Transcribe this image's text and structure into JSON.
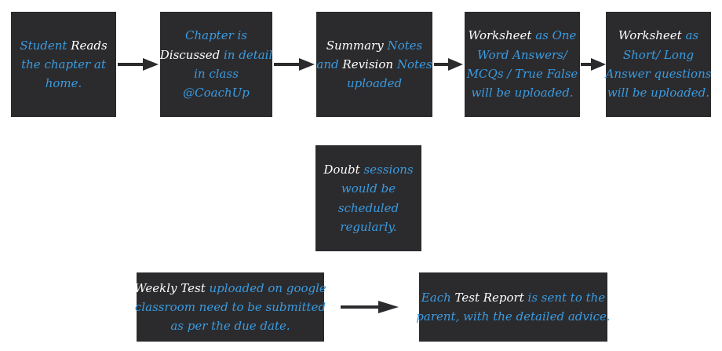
{
  "colors": {
    "box_bg": "#2b2b2e",
    "text_white": "#ffffff",
    "text_blue": "#3a9be0",
    "arrow": "#2b2b2e"
  },
  "boxes": [
    {
      "id": "student-reads",
      "lines": [
        [
          {
            "t": "Student ",
            "c": "b"
          },
          {
            "t": "Reads",
            "c": "w"
          }
        ],
        [
          {
            "t": "the chapter at",
            "c": "b"
          }
        ],
        [
          {
            "t": "home.",
            "c": "b"
          }
        ]
      ]
    },
    {
      "id": "chapter-discussed",
      "lines": [
        [
          {
            "t": "Chapter is",
            "c": "b"
          }
        ],
        [
          {
            "t": "Discussed ",
            "c": "w"
          },
          {
            "t": "in detail",
            "c": "b"
          }
        ],
        [
          {
            "t": "in class",
            "c": "b"
          }
        ],
        [
          {
            "t": "@CoachUp",
            "c": "b"
          }
        ]
      ]
    },
    {
      "id": "summary-notes",
      "lines": [
        [
          {
            "t": "Summary ",
            "c": "w"
          },
          {
            "t": "Notes",
            "c": "b"
          }
        ],
        [
          {
            "t": "and ",
            "c": "b"
          },
          {
            "t": "Revision ",
            "c": "w"
          },
          {
            "t": "Notes",
            "c": "b"
          }
        ],
        [
          {
            "t": "uploaded",
            "c": "b"
          }
        ]
      ]
    },
    {
      "id": "worksheet-one-word",
      "lines": [
        [
          {
            "t": "Worksheet ",
            "c": "w"
          },
          {
            "t": "as One",
            "c": "b"
          }
        ],
        [
          {
            "t": "Word Answers/",
            "c": "b"
          }
        ],
        [
          {
            "t": "MCQs / True False",
            "c": "b"
          }
        ],
        [
          {
            "t": "will be uploaded.",
            "c": "b"
          }
        ]
      ]
    },
    {
      "id": "worksheet-short-long",
      "lines": [
        [
          {
            "t": "Worksheet ",
            "c": "w"
          },
          {
            "t": "as",
            "c": "b"
          }
        ],
        [
          {
            "t": "Short/ Long",
            "c": "b"
          }
        ],
        [
          {
            "t": "Answer questions",
            "c": "b"
          }
        ],
        [
          {
            "t": "will be uploaded.",
            "c": "b"
          }
        ]
      ]
    },
    {
      "id": "doubt-sessions",
      "lines": [
        [
          {
            "t": "Doubt ",
            "c": "w"
          },
          {
            "t": "sessions",
            "c": "b"
          }
        ],
        [
          {
            "t": "would be",
            "c": "b"
          }
        ],
        [
          {
            "t": "scheduled",
            "c": "b"
          }
        ],
        [
          {
            "t": "regularly.",
            "c": "b"
          }
        ]
      ]
    },
    {
      "id": "weekly-test",
      "lines": [
        [
          {
            "t": "Weekly Test ",
            "c": "w"
          },
          {
            "t": "uploaded on google",
            "c": "b"
          }
        ],
        [
          {
            "t": "classroom need to be submitted",
            "c": "b"
          }
        ],
        [
          {
            "t": "as per the due date.",
            "c": "b"
          }
        ]
      ]
    },
    {
      "id": "test-report",
      "lines": [
        [
          {
            "t": "Each ",
            "c": "b"
          },
          {
            "t": "Test Report ",
            "c": "w"
          },
          {
            "t": "is sent to the",
            "c": "b"
          }
        ],
        [
          {
            "t": "parent, with the detailed advice.",
            "c": "b"
          }
        ]
      ]
    }
  ],
  "arrows": [
    {
      "id": "arrow-1",
      "from": "student-reads",
      "to": "chapter-discussed"
    },
    {
      "id": "arrow-2",
      "from": "chapter-discussed",
      "to": "summary-notes"
    },
    {
      "id": "arrow-3",
      "from": "summary-notes",
      "to": "worksheet-one-word"
    },
    {
      "id": "arrow-4",
      "from": "worksheet-one-word",
      "to": "worksheet-short-long"
    },
    {
      "id": "arrow-5",
      "from": "weekly-test",
      "to": "test-report"
    }
  ]
}
